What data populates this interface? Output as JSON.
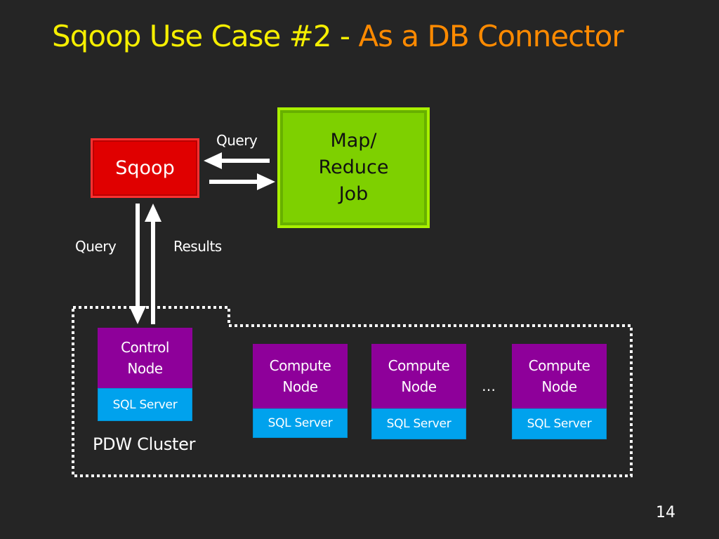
{
  "title": {
    "part1": "Sqoop Use Case #2 - ",
    "part2": "As a DB Connector"
  },
  "sqoop_box": {
    "label": "Sqoop"
  },
  "mapreduce_box": {
    "line1": "Map/",
    "line2": "Reduce",
    "line3": "Job"
  },
  "labels": {
    "query_top": "Query",
    "query_left": "Query",
    "results": "Results"
  },
  "control_node": {
    "line1": "Control",
    "line2": "Node",
    "db": "SQL Server"
  },
  "compute_nodes": [
    {
      "line1": "Compute",
      "line2": "Node",
      "db": "SQL Server"
    },
    {
      "line1": "Compute",
      "line2": "Node",
      "db": "SQL Server"
    },
    {
      "line1": "Compute",
      "line2": "Node",
      "db": "SQL Server"
    }
  ],
  "ellipsis": "…",
  "cluster_label": "PDW Cluster",
  "page_number": "14",
  "colors": {
    "background": "#252525",
    "title_yellow": "#f5ee00",
    "title_orange": "#ff8a00",
    "sqoop_red": "#e00000",
    "mapreduce_green": "#7ed000",
    "node_purple": "#8e009a",
    "sqlserver_blue": "#00a2ed"
  }
}
